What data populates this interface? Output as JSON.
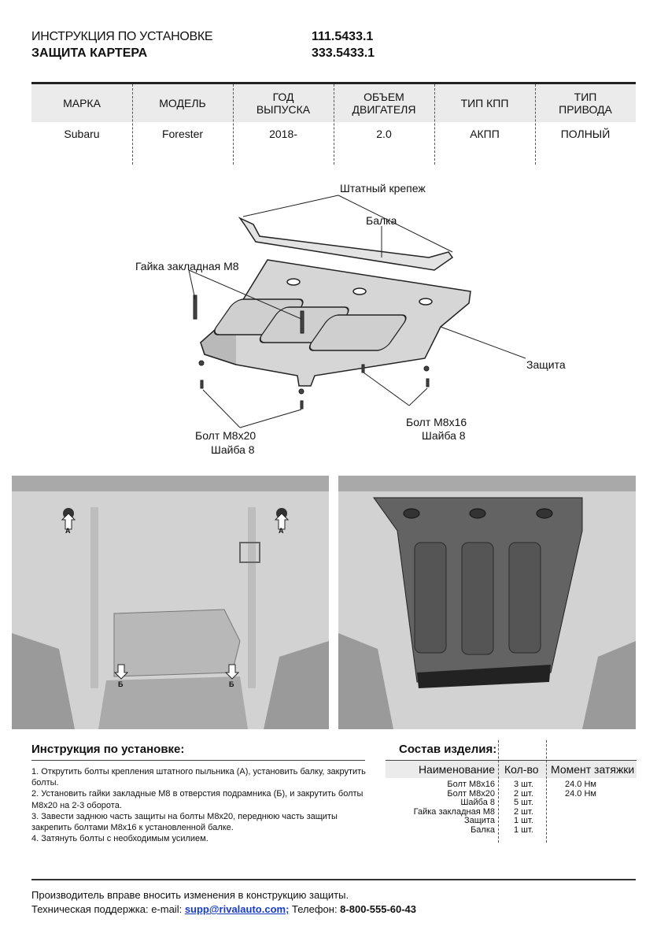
{
  "header": {
    "title_line1": "ИНСТРУКЦИЯ ПО УСТАНОВКЕ",
    "title_line2": "ЗАЩИТА КАРТЕРА",
    "code1": "111.5433.1",
    "code2": "333.5433.1"
  },
  "spec": {
    "columns": [
      {
        "header1": "МАРКА",
        "header2": "",
        "value": "Subaru"
      },
      {
        "header1": "МОДЕЛЬ",
        "header2": "",
        "value": "Forester"
      },
      {
        "header1": "ГОД",
        "header2": "ВЫПУСКА",
        "value": "2018-"
      },
      {
        "header1": "ОБЪЕМ",
        "header2": "ДВИГАТЕЛЯ",
        "value": "2.0"
      },
      {
        "header1": "ТИП КПП",
        "header2": "",
        "value": "АКПП"
      },
      {
        "header1": "ТИП",
        "header2": "ПРИВОДА",
        "value": "ПОЛНЫЙ"
      }
    ]
  },
  "diagram": {
    "labels": {
      "fastener": "Штатный крепеж",
      "beam": "Балка",
      "nut": "Гайка закладная М8",
      "guard": "Защита",
      "bolt20": "Болт М8х20",
      "washer20": "Шайба 8",
      "bolt16": "Болт М8х16",
      "washer16": "Шайба 8"
    }
  },
  "photos": {
    "mark_a": "А",
    "mark_b": "Б"
  },
  "instructions": {
    "title": "Инструкция по установке:",
    "steps": [
      "1. Открутить болты крепления штатного пыльника (А), установить балку, закрутить болты.",
      "2. Установить гайки закладные М8 в отверстия подрамника (Б), и закрутить болты М8х20 на 2-3 оборота.",
      "3. Завести заднюю часть защиты на болты М8х20, переднюю часть защиты закрепить болтами М8х16 к установленной балке.",
      "4. Затянуть болты с необходимым усилием."
    ]
  },
  "composition": {
    "title": "Состав изделия:",
    "col_name": "Наименование",
    "col_qty": "Кол-во",
    "col_torque": "Момент затяжки",
    "items": [
      {
        "name": "Болт М8х16",
        "qty": "3 шт.",
        "torque": "24.0 Нм"
      },
      {
        "name": "Болт М8х20",
        "qty": "2 шт.",
        "torque": "24.0 Нм"
      },
      {
        "name": "Шайба 8",
        "qty": "5 шт.",
        "torque": ""
      },
      {
        "name": "Гайка закладная М8",
        "qty": "2 шт.",
        "torque": ""
      },
      {
        "name": "Защита",
        "qty": "1 шт.",
        "torque": ""
      },
      {
        "name": "Балка",
        "qty": "1 шт.",
        "torque": ""
      }
    ]
  },
  "footer": {
    "line1": "Производитель вправе вносить изменения в конструкцию защиты.",
    "support_label": "Техническая поддержка:  e-mail: ",
    "email": "supp@rivalauto.com;",
    "phone_label": " Телефон: ",
    "phone": "8-800-555-60-43"
  }
}
